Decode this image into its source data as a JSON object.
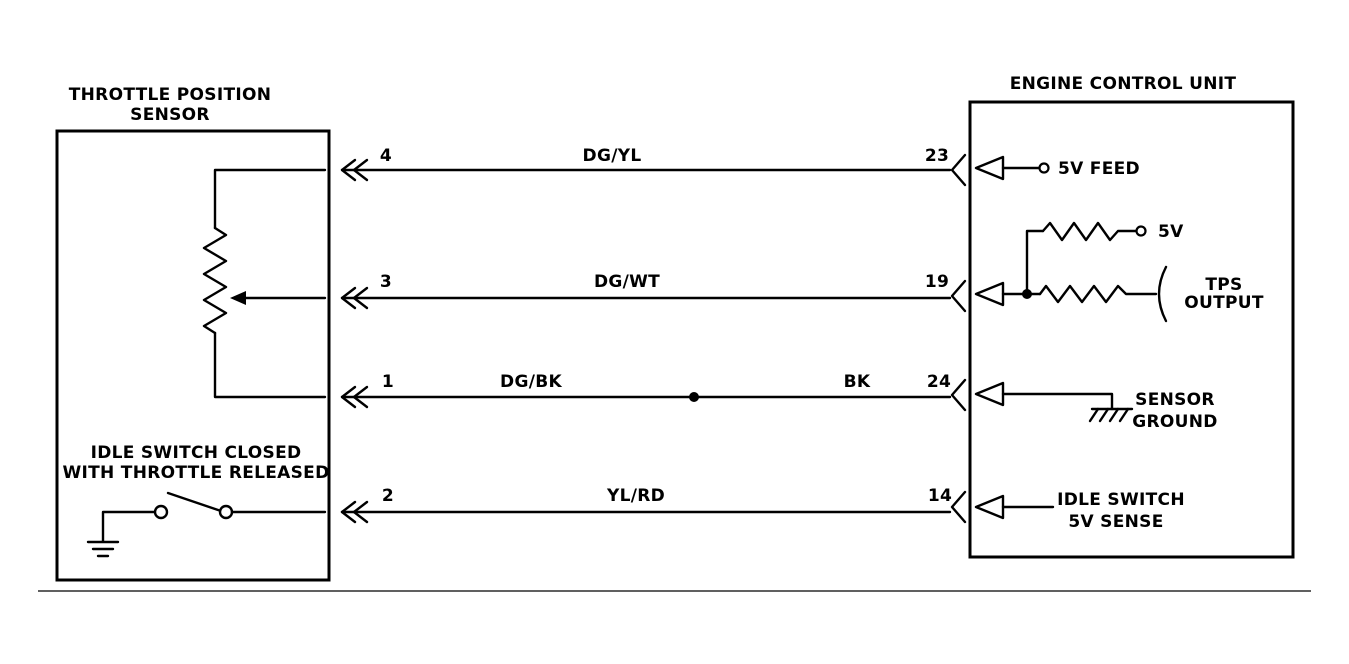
{
  "tps": {
    "title_line1": "THROTTLE POSITION",
    "title_line2": "SENSOR",
    "idle_label_line1": "IDLE SWITCH CLOSED",
    "idle_label_line2": "WITH THROTTLE RELEASED"
  },
  "ecu": {
    "title": "ENGINE CONTROL UNIT",
    "feed_label": "5V FEED",
    "ref_label": "5V",
    "tps_output_line1": "TPS",
    "tps_output_line2": "OUTPUT",
    "ground_line1": "SENSOR",
    "ground_line2": "GROUND",
    "idle_sense_line1": "IDLE SWITCH",
    "idle_sense_line2": "5V SENSE"
  },
  "wires": [
    {
      "tps_pin": "4",
      "color": "DG/YL",
      "ecu_pin": "23"
    },
    {
      "tps_pin": "3",
      "color": "DG/WT",
      "ecu_pin": "19"
    },
    {
      "tps_pin": "1",
      "color": "DG/BK",
      "color2": "BK",
      "ecu_pin": "24"
    },
    {
      "tps_pin": "2",
      "color": "YL/RD",
      "ecu_pin": "14"
    }
  ]
}
